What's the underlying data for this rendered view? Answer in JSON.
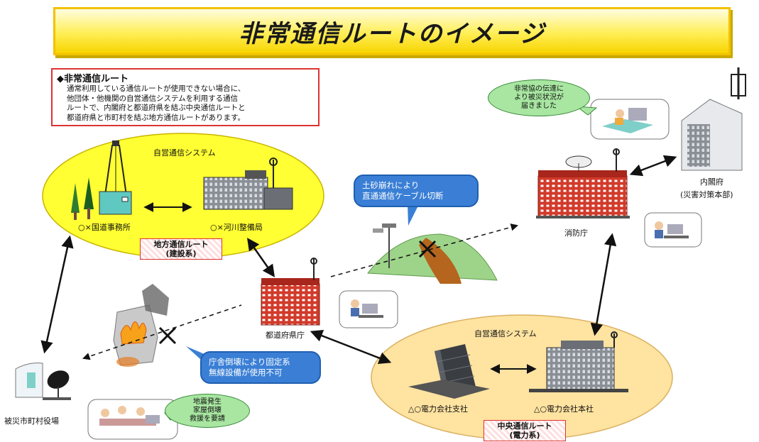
{
  "title": "非常通信ルートのイメージ",
  "description": {
    "heading": "◆非常通信ルート",
    "lines": [
      "通常利用している通信ルートが使用できない場合に、",
      "他団体・他機関の自営通信システムを利用する通信",
      "ルートで、内閣府と都道府県を結ぶ中央通信ルートと",
      "都道府県と市町村を結ぶ地方通信ルートがあります。"
    ]
  },
  "regional_oval": {
    "label": "自営通信システム",
    "node_left": "○×国道事務所",
    "node_right": "○×河川整備局",
    "tag_line1": "地方通信ルート",
    "tag_line2": "(建設系)"
  },
  "central_oval": {
    "label": "自営通信システム",
    "node_left": "△○電力会社支社",
    "node_right": "△○電力会社本社",
    "tag_line1": "中央通信ルート",
    "tag_line2": "(電力系)"
  },
  "nodes": {
    "prefecture": "都道府県庁",
    "fire_agency": "消防庁",
    "cabinet_line1": "内閣府",
    "cabinet_line2": "(災害対策本部)",
    "municipality": "被災市町村役場"
  },
  "bubbles": {
    "landslide_line1": "土砂崩れにより",
    "landslide_line2": "直通通信ケーブル切断",
    "building_line1": "庁舎倒壊により固定系",
    "building_line2": "無線設備が使用不可",
    "cabinet_line1": "非常協の伝達に",
    "cabinet_line2": "より被災状況が",
    "cabinet_line3": "届きました",
    "municipality_line1": "地震発生",
    "municipality_line2": "家屋倒壊",
    "municipality_line3": "救援を要請"
  },
  "colors": {
    "regional_oval": "#ffff33",
    "central_oval": "#ffe3a0",
    "bubble_blue": "#3a7fd5",
    "bubble_green": "#a8e6a1",
    "building_red": "#d23a2a",
    "tag_border": "#dd3333"
  }
}
